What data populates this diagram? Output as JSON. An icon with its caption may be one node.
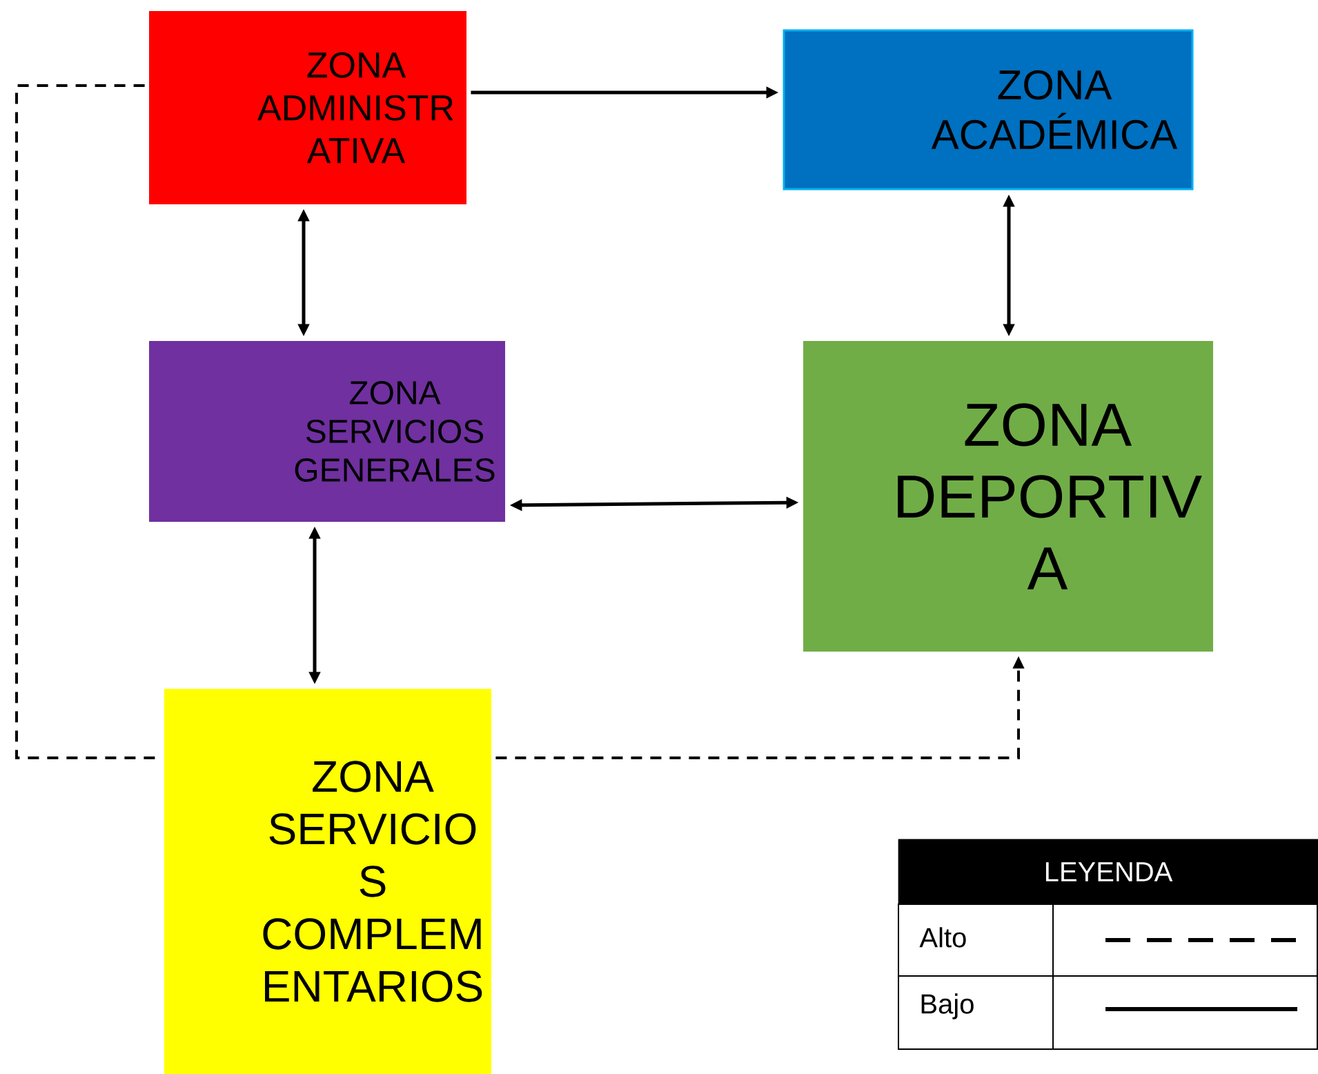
{
  "diagram": {
    "nodes": [
      {
        "text": [
          "ZONA ADMINISTR ATIVA"
        ]
      },
      {
        "text": [
          "ZONA ACADÉMICA"
        ]
      },
      {
        "text": [
          "ZONA SERVICIOS GENERALES"
        ]
      },
      {
        "text": [
          "ZONA DEPORTIV A"
        ]
      },
      {
        "text": [
          "ZONA SERVICIO S COMPLEM ENTARIOS"
        ]
      }
    ],
    "edges": [
      {
        "from": 0,
        "to": 1,
        "arrow": "to"
      },
      {
        "from": 0,
        "to": 2,
        "arrow": "both"
      },
      {
        "from": 1,
        "to": 3,
        "arrow": "both"
      },
      {
        "from": 2,
        "to": 3,
        "arrow": "both"
      },
      {
        "from": 2,
        "to": 4,
        "arrow": "both"
      },
      {
        "from": 4,
        "to": 3,
        "arrow": "to",
        "style": "dashed"
      },
      {
        "from": 0,
        "to": 4,
        "arrow": "none",
        "style": "dashed"
      }
    ],
    "labels": [
      "LEYENDA"
    ],
    "legend": [
      {
        "text": "Alto"
      },
      {
        "text": "Bajo"
      }
    ]
  }
}
